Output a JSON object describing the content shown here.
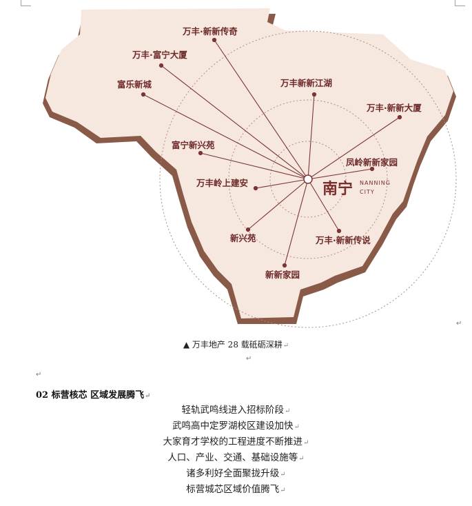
{
  "map": {
    "center": {
      "name": "南宁",
      "sub1": "NANNING",
      "sub2": "CITY"
    },
    "projects": [
      "万丰·新新传奇",
      "万丰·富宁大厦",
      "富乐新城",
      "万丰新新江湖",
      "万丰·新新大厦",
      "富宁新兴苑",
      "凤岭新新家园",
      "万丰岭上建安",
      "新兴苑",
      "万丰·新新传说",
      "新新家园"
    ],
    "colors": {
      "land": "#f6e8de",
      "land_shadow": "#8a5a48",
      "line": "#7b3535",
      "circle": "#b08a80"
    }
  },
  "caption": "▲ 万丰地产 28 载砥砺深耕",
  "section": {
    "title": "02 标营核芯  区域发展腾飞"
  },
  "body_lines": [
    "轻轨武鸣线进入招标阶段",
    "武鸣高中定罗湖校区建设加快",
    "大家育才学校的工程进度不断推进",
    "人口、产业、交通、基础设施等",
    "诸多利好全面聚拢升级",
    "标营城芯区域价值腾飞"
  ],
  "marks": {
    "paragraph": "↵"
  }
}
